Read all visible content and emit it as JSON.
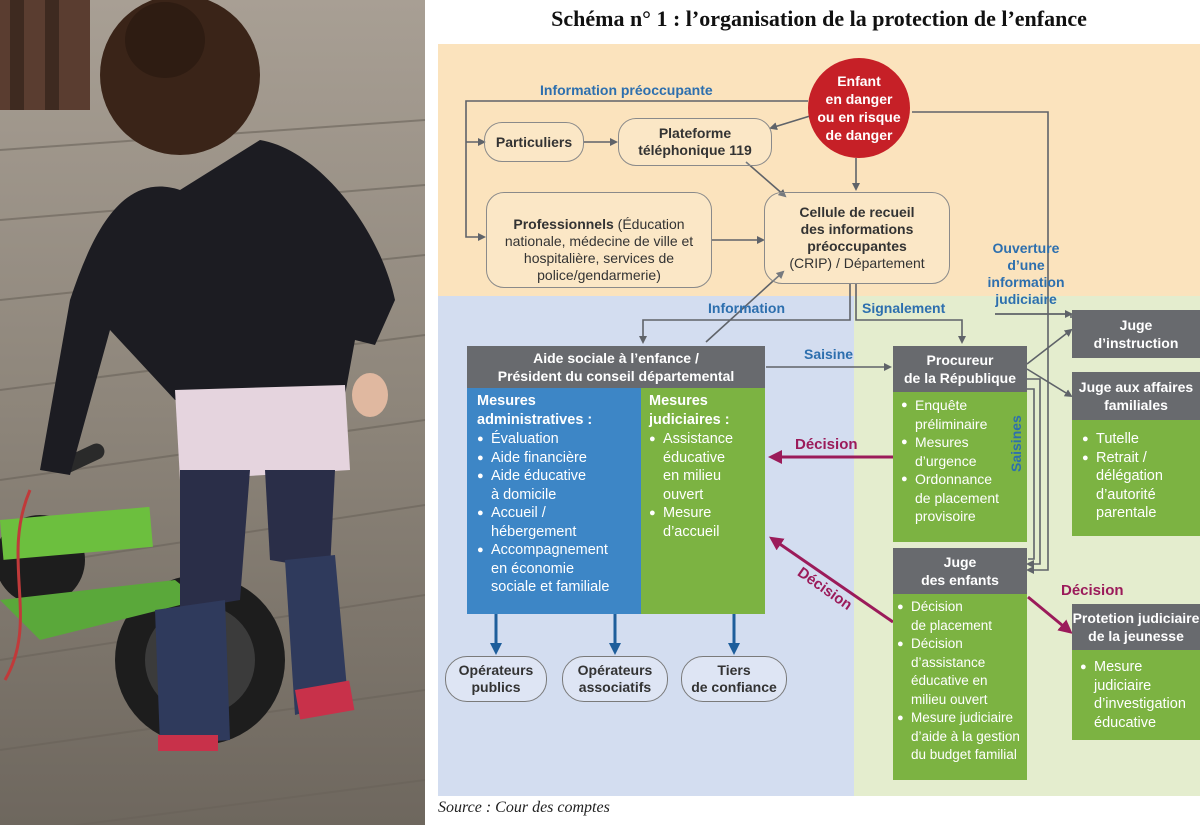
{
  "title": "Schéma n° 1 : l’organisation de la protection de l’enfance",
  "source": "Source : Cour des comptes",
  "colors": {
    "zone_top": "#fbe3bd",
    "zone_left": "#d3ddf0",
    "zone_right": "#e4edce",
    "red": "#c62027",
    "header_grey": "#686a6e",
    "blue": "#3d86c6",
    "green": "#7cb342",
    "label_blue": "#2d6fae",
    "decision_magenta": "#9b1b5a"
  },
  "nodes": {
    "enfant": "Enfant\nen danger\nou en risque\nde danger",
    "particuliers": "Particuliers",
    "plateforme": "Plateforme\ntéléphonique 119",
    "professionnels_bold": "Professionnels",
    "professionnels_rest": " (Éducation nationale, médecine de ville et hospitalière, services de police/gendarmerie)",
    "crip_bold": "Cellule de recueil\ndes informations\npréoccupantes",
    "crip_rest": "(CRIP) / Département",
    "ase_header": "Aide sociale à l’enfance /\nPrésident du conseil départemental",
    "mesures_admin_title": "Mesures\nadministratives :",
    "mesures_admin": [
      "Évaluation",
      "Aide financière",
      "Aide éducative\nà domicile",
      "Accueil /\nhébergement",
      "Accompagnement\nen économie\nsociale et familiale"
    ],
    "mesures_jud_title": "Mesures\njudiciaires :",
    "mesures_jud": [
      "Assistance\néducative\nen milieu\nouvert",
      "Mesure\nd’accueil"
    ],
    "procureur": "Procureur\nde la République",
    "procureur_items": [
      "Enquête\npréliminaire",
      "Mesures\nd’urgence",
      "Ordonnance\nde placement\nprovisoire"
    ],
    "juge_enfants": "Juge\ndes enfants",
    "juge_enfants_items": [
      "Décision\nde placement",
      "Décision\nd’assistance\néducative en\nmilieu ouvert",
      "Mesure judiciaire\nd’aide à la gestion\ndu budget familial"
    ],
    "juge_instruction": "Juge\nd’instruction",
    "jaf": "Juge aux affaires\nfamiliales",
    "jaf_items": [
      "Tutelle",
      "Retrait /\ndélégation\nd’autorité\nparentale"
    ],
    "pjj": "Protetion judiciaire\nde la jeunesse",
    "pjj_items": [
      "Mesure\njudiciaire\nd’investigation\néducative"
    ],
    "op_publics": "Opérateurs\npublics",
    "op_associatifs": "Opérateurs\nassociatifs",
    "tiers": "Tiers\nde confiance"
  },
  "labels": {
    "info_preoccupante": "Information préoccupante",
    "information": "Information",
    "signalement": "Signalement",
    "saisine": "Saisine",
    "saisines": "Saisines",
    "ouverture": "Ouverture\nd’une\ninformation\njudiciaire",
    "decision1": "Décision",
    "decision2": "Décision",
    "decision3": "Décision"
  }
}
